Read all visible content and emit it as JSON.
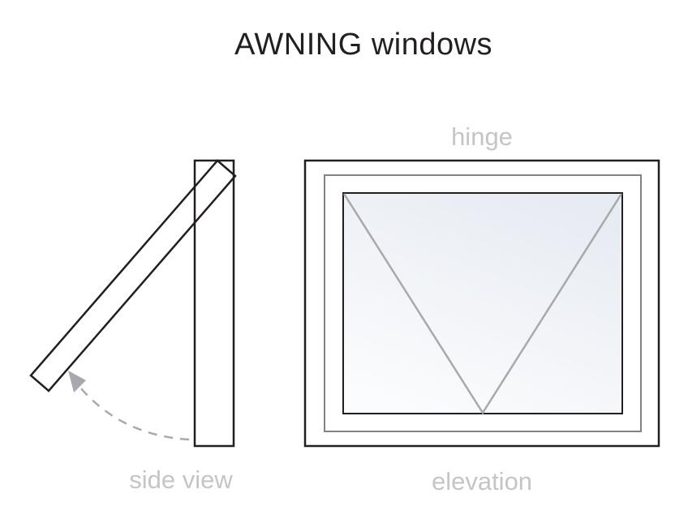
{
  "title": "AWNING windows",
  "labels": {
    "hinge": "hinge",
    "side_view": "side view",
    "elevation": "elevation"
  },
  "colors": {
    "ink": "#231f20",
    "label_gray": "#c3c5c7",
    "frame_gray": "#808285",
    "line_gray": "#a7a9ac",
    "glass_top": "#e7ebf2",
    "glass_bottom": "#fbfcfd"
  }
}
